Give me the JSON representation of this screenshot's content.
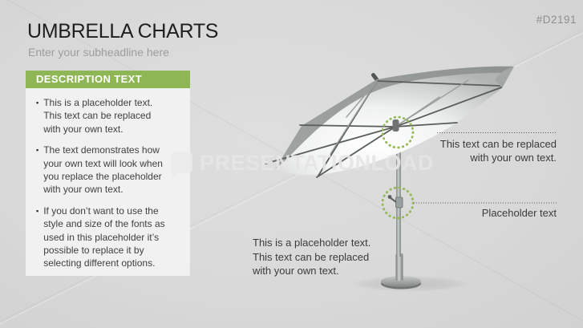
{
  "slide": {
    "code": "#D2191",
    "title": "UMBRELLA CHARTS",
    "subheadline": "Enter your subheadline here"
  },
  "description_box": {
    "header": "DESCRIPTION TEXT",
    "bullet_char": "▪",
    "bullets": [
      "This is a placeholder text.\nThis text can be replaced\nwith your own text.",
      "The text demonstrates how\nyour own text will look when\nyou replace the placeholder\nwith your own text.",
      "If you don’t want to use the\nstyle and size of the fonts as\nused in this placeholder it’s\npossible to replace it by\nselecting different options."
    ]
  },
  "umbrella": {
    "callout_canopy_hub": "This text can be replaced\nwith your own text.",
    "callout_crank": "Placeholder text",
    "callout_base": "This is a placeholder text.\nThis text can be replaced\nwith your own text."
  },
  "watermark": {
    "text": "PRESENTATIONLOAD"
  },
  "colors": {
    "accent_green": "#8fb655",
    "highlight_circle_green": "#95b954",
    "background": "#d9d9d9",
    "box_fill": "#f0f1f0",
    "title_text": "#1f1f1f",
    "subtitle_text": "#9d9d9d",
    "body_text": "#3f3f3f",
    "code_text": "#8f8f8f"
  }
}
